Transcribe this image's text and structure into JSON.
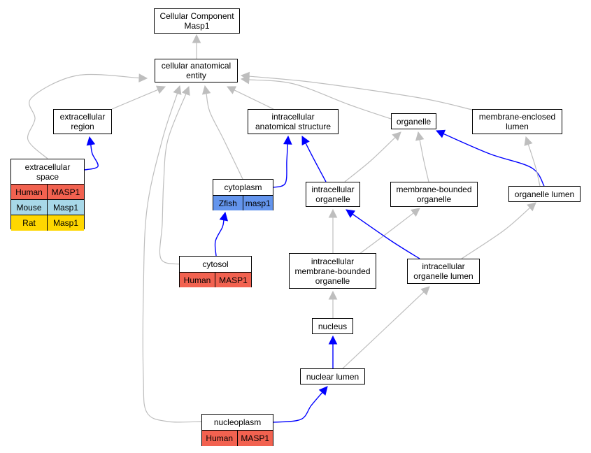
{
  "colors": {
    "human": "#f26250",
    "mouse": "#a8d8e8",
    "rat": "#ffd700",
    "zfish": "#6495ed",
    "edge_gray": "#bebebe",
    "edge_blue": "#0000ff"
  },
  "nodes": {
    "root": [
      "Cellular Component",
      "Masp1"
    ],
    "cae": [
      "cellular anatomical",
      "entity"
    ],
    "extracellular_region": [
      "extracellular",
      "region"
    ],
    "ias": [
      "intracellular",
      "anatomical structure"
    ],
    "organelle": [
      "organelle"
    ],
    "mel": [
      "membrane-enclosed",
      "lumen"
    ],
    "intracellular_organelle": [
      "intracellular",
      "organelle"
    ],
    "mbo": [
      "membrane-bounded",
      "organelle"
    ],
    "organelle_lumen": [
      "organelle lumen"
    ],
    "imbo": [
      "intracellular",
      "membrane-bounded",
      "organelle"
    ],
    "iol": [
      "intracellular",
      "organelle lumen"
    ],
    "nucleus": [
      "nucleus"
    ],
    "nuclear_lumen": [
      "nuclear lumen"
    ]
  },
  "tables": {
    "extracellular_space": {
      "title": [
        "extracellular",
        "space"
      ],
      "rows": [
        {
          "species": "Human",
          "gene": "MASP1",
          "color": "#f26250"
        },
        {
          "species": "Mouse",
          "gene": "Masp1",
          "color": "#a8d8e8"
        },
        {
          "species": "Rat",
          "gene": "Masp1",
          "color": "#ffd700"
        }
      ]
    },
    "cytoplasm": {
      "title": [
        "cytoplasm"
      ],
      "rows": [
        {
          "species": "Zfish",
          "gene": "masp1",
          "color": "#6495ed"
        }
      ]
    },
    "cytosol": {
      "title": [
        "cytosol"
      ],
      "rows": [
        {
          "species": "Human",
          "gene": "MASP1",
          "color": "#f26250"
        }
      ]
    },
    "nucleoplasm": {
      "title": [
        "nucleoplasm"
      ],
      "rows": [
        {
          "species": "Human",
          "gene": "MASP1",
          "color": "#f26250"
        }
      ]
    }
  },
  "edges": [
    {
      "from": "cae",
      "to": "root",
      "kind": "gray"
    },
    {
      "from": "extracellular_region",
      "to": "cae",
      "kind": "gray"
    },
    {
      "from": "extracellular_space",
      "to": "cae",
      "kind": "gray"
    },
    {
      "from": "ias",
      "to": "cae",
      "kind": "gray"
    },
    {
      "from": "organelle",
      "to": "cae",
      "kind": "gray"
    },
    {
      "from": "mel",
      "to": "cae",
      "kind": "gray"
    },
    {
      "from": "cytoplasm",
      "to": "cae",
      "kind": "gray"
    },
    {
      "from": "cytosol",
      "to": "cae",
      "kind": "gray"
    },
    {
      "from": "nucleoplasm",
      "to": "cae",
      "kind": "gray"
    },
    {
      "from": "extracellular_space",
      "to": "extracellular_region",
      "kind": "blue"
    },
    {
      "from": "cytoplasm",
      "to": "ias",
      "kind": "blue"
    },
    {
      "from": "intracellular_organelle",
      "to": "ias",
      "kind": "blue"
    },
    {
      "from": "intracellular_organelle",
      "to": "organelle",
      "kind": "gray"
    },
    {
      "from": "mbo",
      "to": "organelle",
      "kind": "gray"
    },
    {
      "from": "organelle_lumen",
      "to": "organelle",
      "kind": "blue"
    },
    {
      "from": "organelle_lumen",
      "to": "mel",
      "kind": "gray"
    },
    {
      "from": "cytosol",
      "to": "cytoplasm",
      "kind": "blue"
    },
    {
      "from": "imbo",
      "to": "intracellular_organelle",
      "kind": "gray"
    },
    {
      "from": "imbo",
      "to": "mbo",
      "kind": "gray"
    },
    {
      "from": "iol",
      "to": "intracellular_organelle",
      "kind": "blue"
    },
    {
      "from": "iol",
      "to": "organelle_lumen",
      "kind": "gray"
    },
    {
      "from": "nucleus",
      "to": "imbo",
      "kind": "gray"
    },
    {
      "from": "nuclear_lumen",
      "to": "nucleus",
      "kind": "blue"
    },
    {
      "from": "nuclear_lumen",
      "to": "iol",
      "kind": "gray"
    },
    {
      "from": "nucleoplasm",
      "to": "nuclear_lumen",
      "kind": "blue"
    }
  ]
}
